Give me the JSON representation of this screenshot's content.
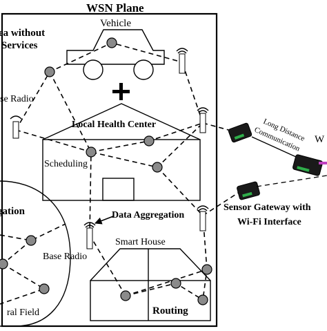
{
  "title": "WSN Plane",
  "labels": {
    "area_line1": "ea without",
    "area_line2": "Services",
    "vehicle": "Vehicle",
    "base_radio_top": "se Radio",
    "health_center": "Local Health Center",
    "scheduling": "Scheduling",
    "gation": "gation",
    "data_aggregation": "Data Aggregation",
    "smart_house": "Smart House",
    "base_radio_bottom": "Base Radio",
    "rural_field": "ral Field",
    "routing": "Routing",
    "long_distance_1": "Long Distance",
    "long_distance_2": "Communication",
    "w_fragment": "W",
    "gateway_line1": "Sensor Gateway with",
    "gateway_line2": "Wi-Fi Interface"
  },
  "icons": [
    "cross-icon",
    "radio-tower-icon",
    "sensor-gateway-icon",
    "sensor-node-icon"
  ]
}
